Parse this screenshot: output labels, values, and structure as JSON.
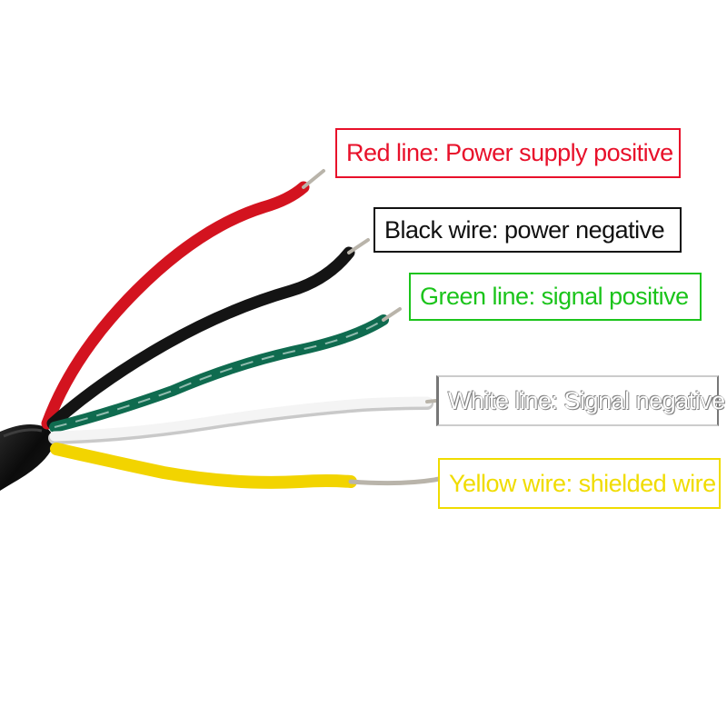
{
  "labels": {
    "red": "Red line: Power supply positive",
    "black": "Black wire: power negative",
    "green": "Green line: signal positive",
    "white": "White line: Signal negative",
    "yellow": "Yellow wire: shielded wire"
  },
  "colors": {
    "red": "#e8102a",
    "black": "#111111",
    "green": "#1bc41b",
    "white": "#ffffff",
    "yellow": "#f0dc00",
    "red_wire": "#d3131f",
    "black_wire": "#141414",
    "green_wire": "#0f6b4f",
    "white_wire": "#f4f4f4",
    "yellow_wire": "#f2d400",
    "copper": "#b9b4aa",
    "jacket": "#0b0b0b"
  }
}
